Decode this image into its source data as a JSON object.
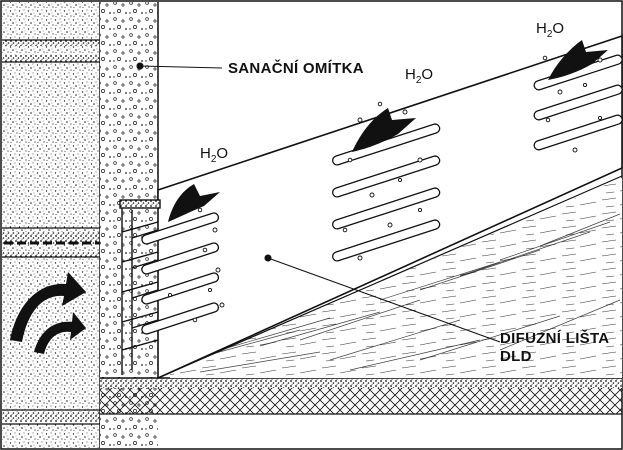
{
  "diagram": {
    "labels": {
      "render": "SANAČNÍ OMÍTKA",
      "strip_line1": "DIFUZNÍ LIŠTA",
      "strip_line2": "DLD"
    },
    "vapor": {
      "h": "H",
      "sub": "2",
      "o": "O"
    }
  }
}
